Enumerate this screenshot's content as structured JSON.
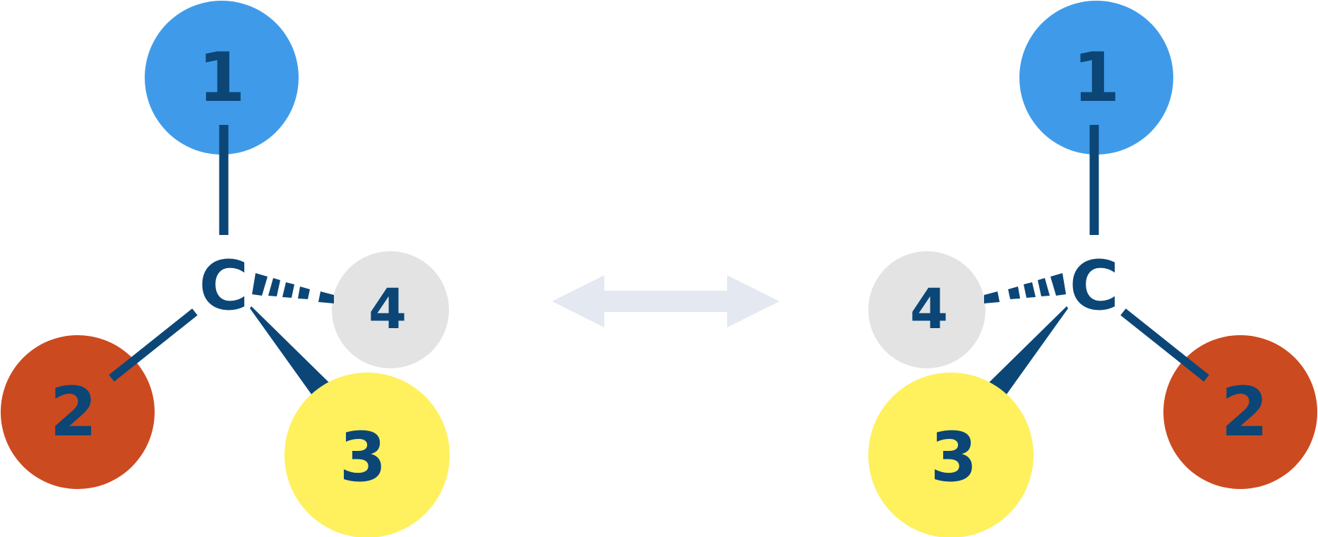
{
  "diagram": {
    "molecules": [
      {
        "center_label": "C",
        "substituents": [
          {
            "label": "1",
            "color": "#3f9be9",
            "bond": "plain"
          },
          {
            "label": "2",
            "color": "#cc4a1f",
            "bond": "plain"
          },
          {
            "label": "3",
            "color": "#fff05e",
            "bond": "wedge"
          },
          {
            "label": "4",
            "color": "#e3e3e3",
            "bond": "dashed"
          }
        ]
      },
      {
        "center_label": "C",
        "substituents": [
          {
            "label": "1",
            "color": "#3f9be9",
            "bond": "plain"
          },
          {
            "label": "2",
            "color": "#cc4a1f",
            "bond": "plain"
          },
          {
            "label": "3",
            "color": "#fff05e",
            "bond": "wedge"
          },
          {
            "label": "4",
            "color": "#e3e3e3",
            "bond": "dashed"
          }
        ]
      }
    ],
    "arrow": {
      "type": "double-headed",
      "color": "#e3e8f1"
    },
    "bond_color": "#0b4677"
  }
}
